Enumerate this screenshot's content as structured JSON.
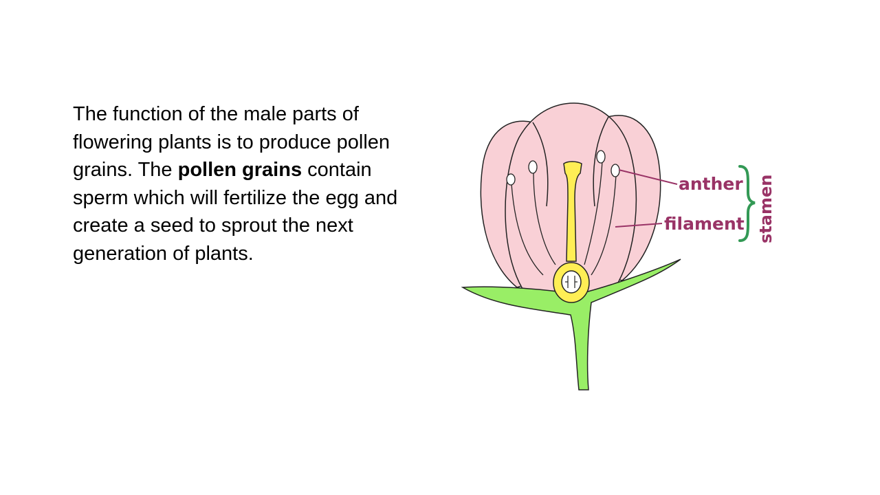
{
  "slide": {
    "text": {
      "part1": "The function of the male parts of flowering plants is to produce pollen grains. The ",
      "bold1": "pollen grains",
      "part2": " contain sperm which will fertilize the egg and create a seed to sprout the next generation of plants."
    }
  },
  "diagram": {
    "labels": {
      "anther": "anther",
      "filament": "filament",
      "stamen": "stamen"
    },
    "colors": {
      "petal": "#f9d0d6",
      "stem": "#99ee66",
      "pistil": "#ffee55",
      "label": "#993366",
      "brace": "#339955"
    }
  }
}
